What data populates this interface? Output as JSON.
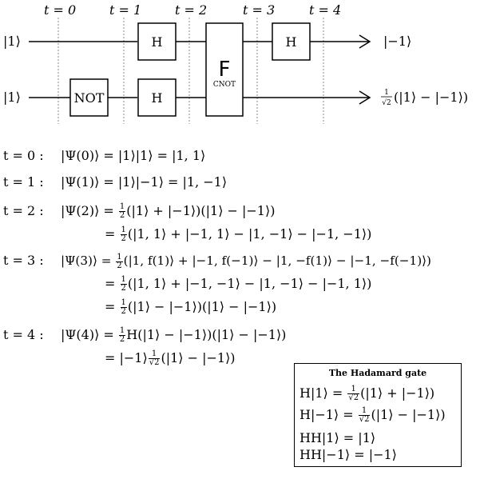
{
  "circuit": {
    "time_labels": [
      "t = 0",
      "t = 1",
      "t = 2",
      "t = 3",
      "t = 4"
    ],
    "top_input": "|1⟩",
    "bottom_input": "|1⟩",
    "gates": {
      "not": "NOT",
      "h_top_1": "H",
      "h_bottom_1": "H",
      "f_symbol": "F",
      "cnot": "CNOT",
      "h_top_2": "H"
    },
    "top_output": "|−1⟩",
    "bottom_output_num": "1",
    "bottom_output_den": "√2",
    "bottom_output_rest": "(|1⟩ − |−1⟩)"
  },
  "equations": {
    "t0_label": "t = 0 :",
    "t0": "|Ψ(0)⟩ = |1⟩|1⟩ = |1, 1⟩",
    "t1_label": "t = 1 :",
    "t1": "|Ψ(1)⟩ = |1⟩|−1⟩ = |1, −1⟩",
    "t2_label": "t = 2 :",
    "t2_a_pre": "|Ψ(2)⟩ = ",
    "t2_a_post": "(|1⟩ + |−1⟩)(|1⟩ − |−1⟩)",
    "t2_b_pre": "= ",
    "t2_b_post": "(|1, 1⟩ + |−1, 1⟩ − |1, −1⟩ − |−1, −1⟩)",
    "t3_label": "t = 3 :",
    "t3_a_pre": "|Ψ(3)⟩ = ",
    "t3_a_post": "(|1, f(1)⟩ + |−1, f(−1)⟩ − |1, −f(1)⟩ − |−1, −f(−1)⟩)",
    "t3_b_pre": "= ",
    "t3_b_post": "(|1, 1⟩ + |−1, −1⟩ − |1, −1⟩ − |−1, 1⟩)",
    "t3_c_pre": "= ",
    "t3_c_post": "(|1⟩ − |−1⟩)(|1⟩ − |−1⟩)",
    "t4_label": "t = 4 :",
    "t4_a_pre": "|Ψ(4)⟩ = ",
    "t4_a_post": "H(|1⟩ − |−1⟩)(|1⟩ − |−1⟩)",
    "t4_b_pre": "= |−1⟩",
    "t4_b_post": "(|1⟩ − |−1⟩)",
    "half_num": "1",
    "half_den": "2",
    "rt_num": "1",
    "rt_den": "√2"
  },
  "hadamard": {
    "title": "The Hadamard gate",
    "l1_pre": "H|1⟩ = ",
    "l1_post": "(|1⟩ + |−1⟩)",
    "l2_pre": "H|−1⟩ = ",
    "l2_post": "(|1⟩ − |−1⟩)",
    "l3": "HH|1⟩ = |1⟩",
    "l4": "HH|−1⟩ = |−1⟩",
    "frac_num": "1",
    "frac_den": "√2"
  }
}
